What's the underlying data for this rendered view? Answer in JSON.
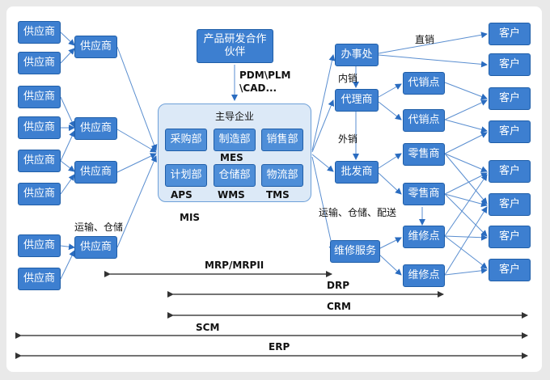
{
  "nodes": {
    "supplier": "供应商",
    "partner": "产品研发合作伙伴",
    "core_title": "主导企业",
    "purchase": "采购部",
    "manufacture": "制造部",
    "sales_dept": "销售部",
    "plan": "计划部",
    "warehouse": "仓储部",
    "logistics": "物流部",
    "office": "办事处",
    "agent": "代理商",
    "wholesaler": "批发商",
    "maintenance_service": "维修服务",
    "dealer": "代销点",
    "retailer": "零售商",
    "repair_point": "维修点",
    "customer": "客户"
  },
  "labels": {
    "pdm": "PDM\\PLM",
    "cad": "\\CAD...",
    "mes": "MES",
    "aps": "APS",
    "wms": "WMS",
    "tms": "TMS",
    "mis": "MIS",
    "transport_storage": "运输、仓储",
    "transport_storage_delivery": "运输、仓储、配送",
    "direct_sales": "直销",
    "internal_sales": "内销",
    "external_sales": "外销"
  },
  "spans": {
    "mrp": "MRP/MRPII",
    "drp": "DRP",
    "crm": "CRM",
    "scm": "SCM",
    "erp": "ERP"
  }
}
